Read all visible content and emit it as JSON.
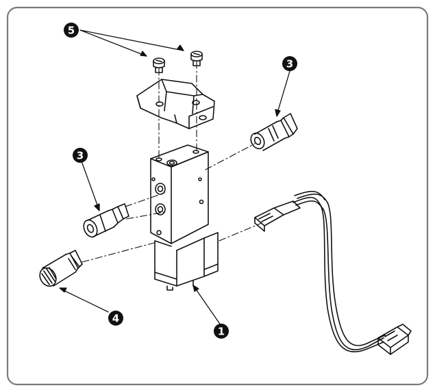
{
  "diagram": {
    "callouts": [
      {
        "id": "c1",
        "label": "1",
        "part": "valve-body"
      },
      {
        "id": "c3a",
        "label": "3",
        "part": "fitting-right"
      },
      {
        "id": "c3b",
        "label": "3",
        "part": "fitting-left"
      },
      {
        "id": "c4",
        "label": "4",
        "part": "silencer"
      },
      {
        "id": "c5",
        "label": "5",
        "part": "screws"
      }
    ]
  },
  "colors": {
    "line": "#111111",
    "frame": "#7a7a7a",
    "callout_fill": "#111111"
  }
}
